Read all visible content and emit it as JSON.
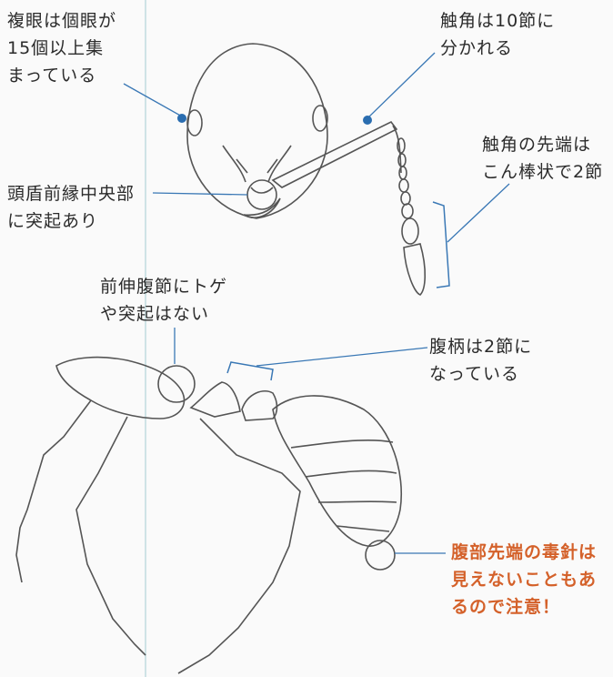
{
  "labels": {
    "compound_eye": [
      "複眼は個眼が",
      "15個以上集",
      "まっている"
    ],
    "antenna_segments": [
      "触角は10節に",
      "分かれる"
    ],
    "antenna_tip": [
      "触角の先端は",
      "こん棒状で2節"
    ],
    "clypeus": [
      "頭盾前縁中央部",
      "に突起あり"
    ],
    "propodeum": [
      "前伸腹節にトゲ",
      "や突起はない"
    ],
    "petiole": [
      "腹柄は2節に",
      "なっている"
    ],
    "sting": [
      "腹部先端の毒針は",
      "見えないこともあ",
      "るので注意！"
    ]
  },
  "colors": {
    "leader": "#3a78b5",
    "dot": "#2a6db0",
    "warning_text": "#d4612a",
    "text": "#2b2b2b",
    "outline": "#555555"
  }
}
